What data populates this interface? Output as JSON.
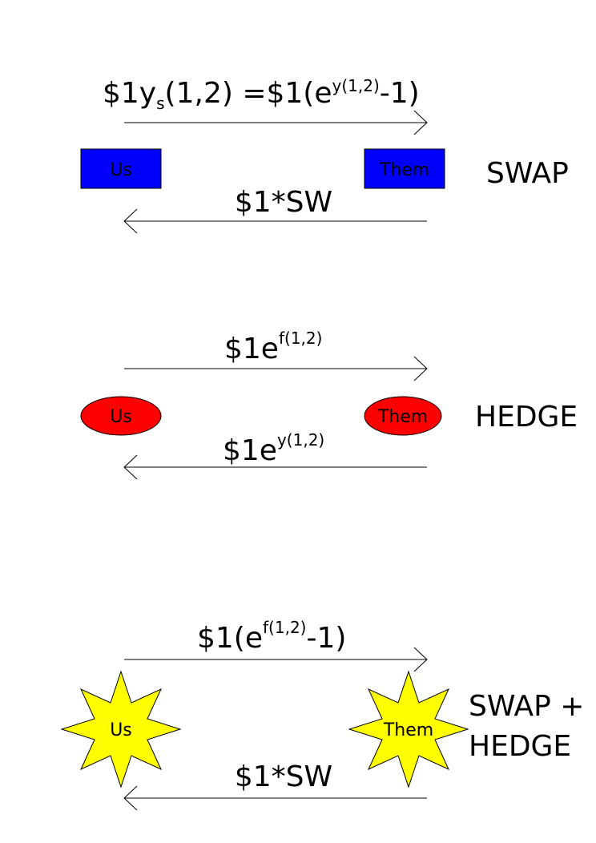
{
  "panels": [
    {
      "id": "swap",
      "label_lines": [
        "SWAP"
      ],
      "top_flow": {
        "base": "$1y",
        "sub": "s",
        "mid": "(1,2) =$1(e",
        "sup": "y(1,2)",
        "tail": "-1)"
      },
      "bottom_flow": {
        "base": "$1*SW",
        "sup": ""
      },
      "left_party": "Us",
      "right_party": "Them",
      "shape": "rectangle",
      "fill_color": "#0000ff"
    },
    {
      "id": "hedge",
      "label_lines": [
        "HEDGE"
      ],
      "top_flow": {
        "base": "$1e",
        "sup": "f(1,2)"
      },
      "bottom_flow": {
        "base": "$1e",
        "sup": "y(1,2)"
      },
      "left_party": "Us",
      "right_party": "Them",
      "shape": "ellipse",
      "fill_color": "#ff0000"
    },
    {
      "id": "swap-hedge",
      "label_lines": [
        "SWAP +",
        "HEDGE"
      ],
      "top_flow": {
        "base": "$1(e",
        "sup": "f(1,2)",
        "tail": "-1)"
      },
      "bottom_flow": {
        "base": "$1*SW",
        "sup": ""
      },
      "left_party": "Us",
      "right_party": "Them",
      "shape": "star",
      "fill_color": "#ffff00"
    }
  ]
}
